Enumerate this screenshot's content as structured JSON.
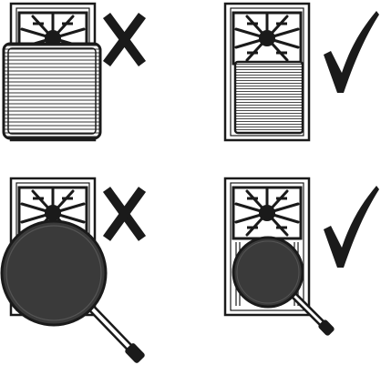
{
  "panels": [
    {
      "id": "griddle-too-large",
      "utensil": "griddle-pan",
      "verdict": "incorrect",
      "mark": "cross-icon"
    },
    {
      "id": "griddle-fits",
      "utensil": "griddle-pan",
      "verdict": "correct",
      "mark": "check-icon"
    },
    {
      "id": "pan-too-large",
      "utensil": "frying-pan",
      "verdict": "incorrect",
      "mark": "cross-icon"
    },
    {
      "id": "pan-fits",
      "utensil": "frying-pan",
      "verdict": "correct",
      "mark": "check-icon"
    }
  ],
  "colors": {
    "ink": "#1a1a1a",
    "fill": "#ffffff",
    "pan": "#3a3a3a"
  }
}
